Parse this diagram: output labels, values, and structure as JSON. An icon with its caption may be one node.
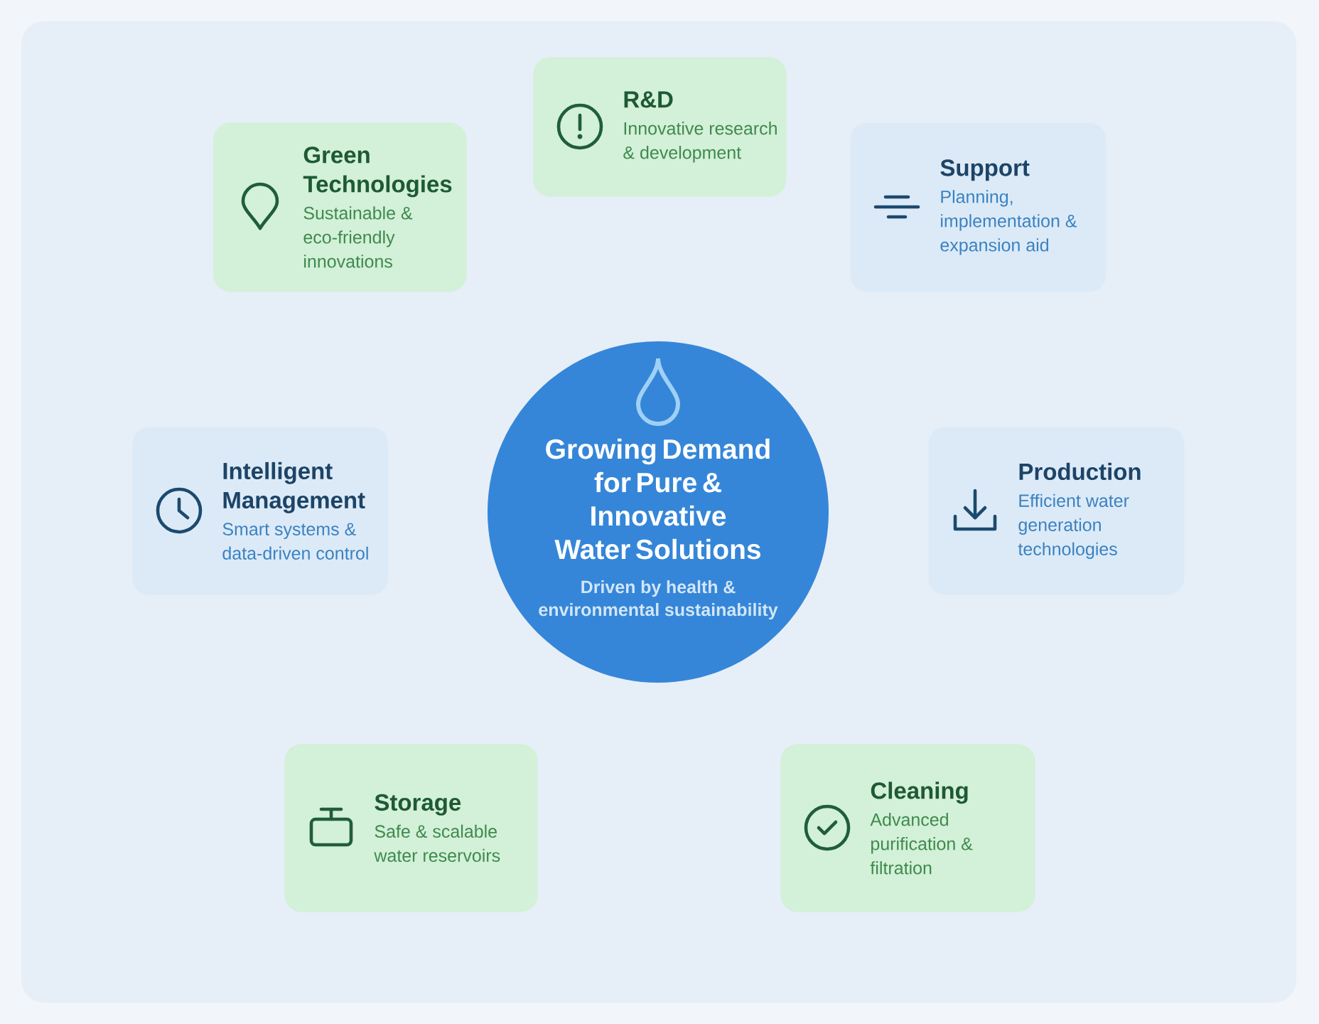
{
  "diagram": {
    "nodes": [
      {
        "text": [
          "R&D",
          "Innovative research & development"
        ]
      },
      {
        "text": [
          "Green Technologies",
          "Sustainable & eco-friendly innovations"
        ]
      },
      {
        "text": [
          "Support",
          "Planning, implementation & expansion aid"
        ]
      },
      {
        "text": [
          "Growing Demand for Pure & Innovative Water Solutions",
          "Driven by health & environmental sustainability"
        ]
      },
      {
        "text": [
          "Intelligent Management",
          "Smart systems & data-driven control"
        ]
      },
      {
        "text": [
          "Production",
          "Efficient water generation technologies"
        ]
      },
      {
        "text": [
          "Storage",
          "Safe & scalable water reservoirs"
        ]
      },
      {
        "text": [
          "Cleaning",
          "Advanced purification & filtration"
        ]
      }
    ]
  }
}
